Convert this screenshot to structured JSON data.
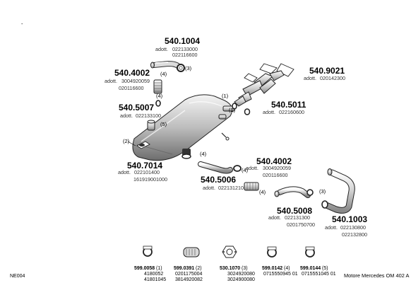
{
  "corner_mark": "-",
  "parts": {
    "p540_1004": {
      "number": "540.1004",
      "adott_label": "adott.",
      "codes": [
        "022133000",
        "022116600"
      ],
      "callout": "(3)"
    },
    "p540_4002_top": {
      "number": "540.4002",
      "adott_label": "adott.",
      "codes": [
        "3004920059",
        "020116600"
      ],
      "callout": "(4)"
    },
    "p540_5007": {
      "number": "540.5007",
      "adott_label": "adott.",
      "codes": [
        "022133100"
      ],
      "callout": "(4)"
    },
    "p540_9021": {
      "number": "540.9021",
      "adott_label": "adott.",
      "codes": [
        "020142300"
      ]
    },
    "p540_5011": {
      "number": "540.5011",
      "adott_label": "adott.",
      "codes": [
        "022160600"
      ],
      "callout": "(1)"
    },
    "p540_7014": {
      "number": "540.7014",
      "adott_label": "adott.",
      "codes": [
        "022101400",
        "161919001000"
      ],
      "callouts": [
        "(5)",
        "(2)"
      ]
    },
    "p540_4002_bottom": {
      "number": "540.4002",
      "adott_label": "adott.",
      "codes": [
        "3004920059",
        "020116600"
      ],
      "callout": "(4)"
    },
    "p540_5006": {
      "number": "540.5006",
      "adott_label": "adott.",
      "codes": [
        "022131210"
      ]
    },
    "p540_5008": {
      "number": "540.5008",
      "adott_label": "adott.",
      "codes": [
        "022131300",
        "0201750700"
      ],
      "callout": "(4)"
    },
    "p540_1003": {
      "number": "540.1003",
      "adott_label": "adott.",
      "codes": [
        "022130800",
        "022132800"
      ],
      "callout": "(3)"
    }
  },
  "fittings": [
    {
      "number": "599.0058",
      "qty": "(1)",
      "codes": [
        "4180052",
        "41801045"
      ],
      "icon": "clamp-icon"
    },
    {
      "number": "599.0391",
      "qty": "(2)",
      "codes": [
        "0201175004",
        "3814920082"
      ],
      "icon": "hanger-strap-icon"
    },
    {
      "number": "530.1070",
      "qty": "(3)",
      "codes": [
        "3024920080",
        "3024900080"
      ],
      "icon": "flange-gasket-icon"
    },
    {
      "number": "599.0142",
      "qty": "(4)",
      "codes": [
        "0715550945 01"
      ],
      "icon": "clamp-icon"
    },
    {
      "number": "599.0144",
      "qty": "(5)",
      "codes": [
        "0715551045 01"
      ],
      "icon": "clamp-icon"
    }
  ],
  "footer": {
    "left_code": "NE004",
    "vehicle": "Motore Mercedes OM 402 A"
  }
}
